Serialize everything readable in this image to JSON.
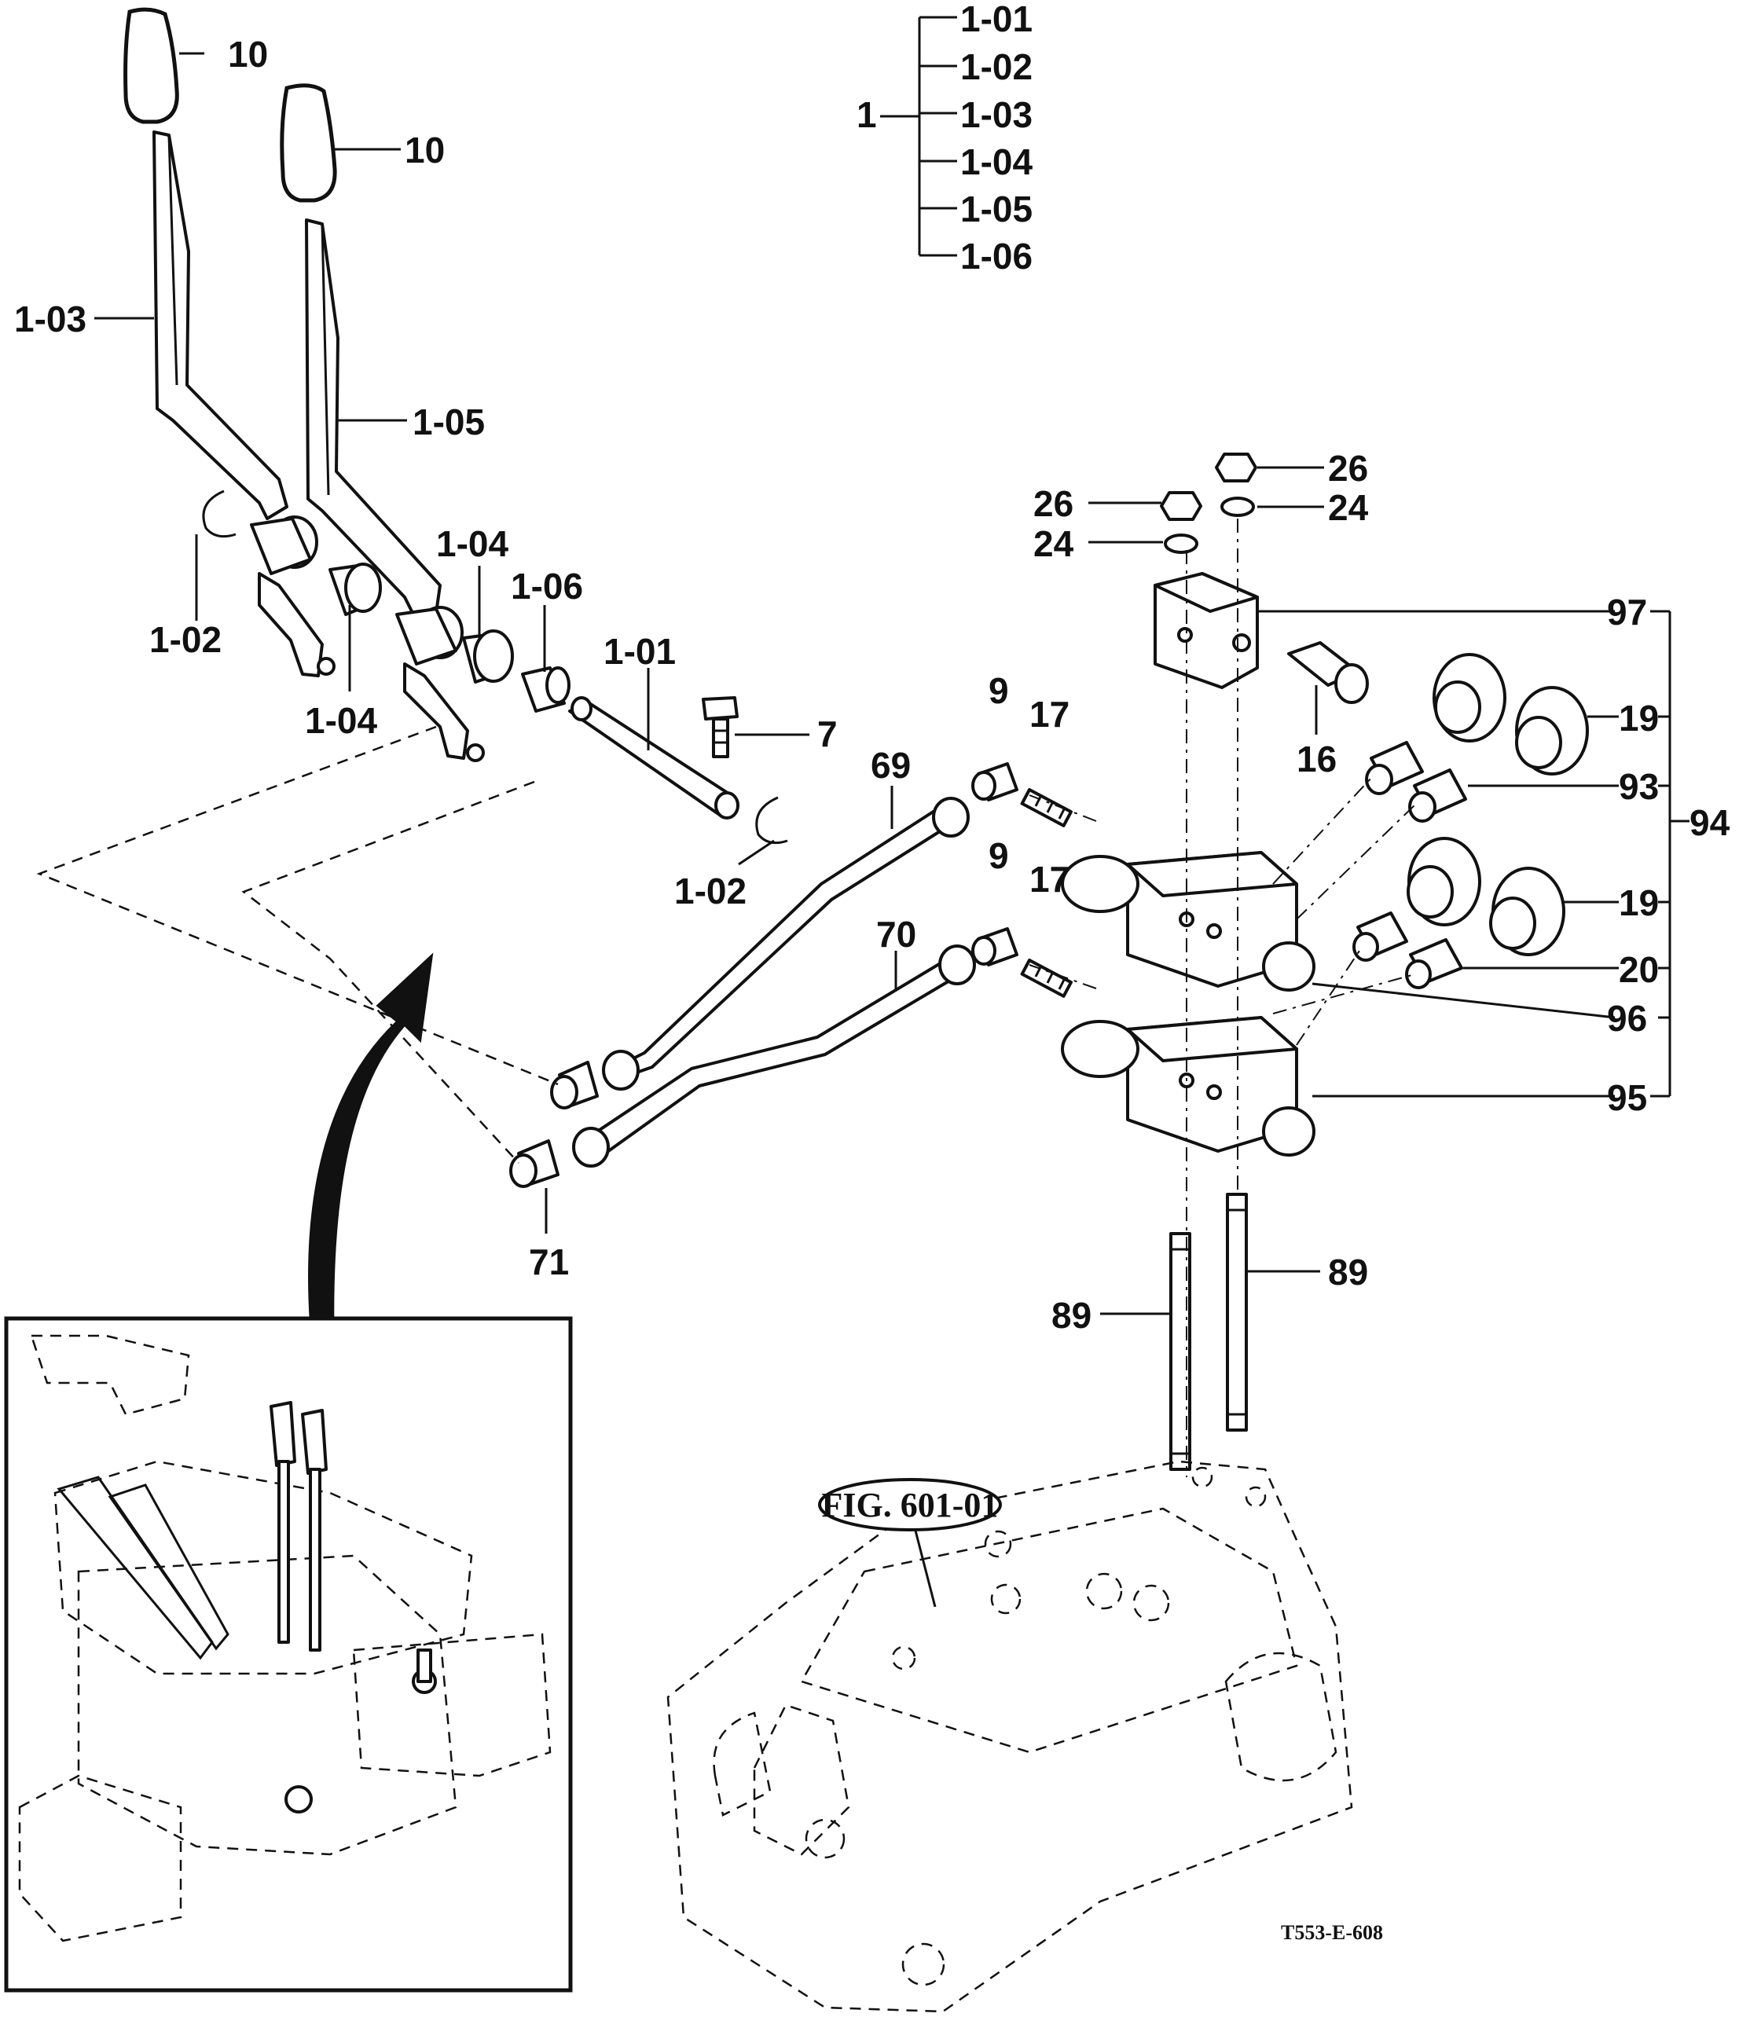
{
  "drawing_code": "T553-E-608",
  "figure_reference": "FIG. 601-01",
  "assembly_tree": {
    "root": "1",
    "children": [
      "1-01",
      "1-02",
      "1-03",
      "1-04",
      "1-05",
      "1-06"
    ]
  },
  "callouts": {
    "grip_top": "10",
    "grip_second": "10",
    "lever_left": "1-03",
    "lever_right": "1-05",
    "clip_left": "1-02",
    "bush_upper": "1-04",
    "bush_lower": "1-04",
    "spacer": "1-06",
    "shaft": "1-01",
    "clip_right": "1-02",
    "bolt": "7",
    "rod_upper": "69",
    "rod_lower": "70",
    "socket": "71",
    "joint_a_9": "9",
    "joint_a_17": "17",
    "joint_b_9": "9",
    "joint_b_17": "17",
    "nut_top": "26",
    "nut_left": "26",
    "washer_right": "24",
    "washer_left": "24",
    "end_plate": "97",
    "plug": "16",
    "coupler_upper": "19",
    "adapter_upper": "93",
    "group_valve": "94",
    "coupler_lower": "19",
    "adapter_lower": "20",
    "valve_upper": "96",
    "valve_lower": "95",
    "stud_left": "89",
    "stud_right": "89"
  }
}
